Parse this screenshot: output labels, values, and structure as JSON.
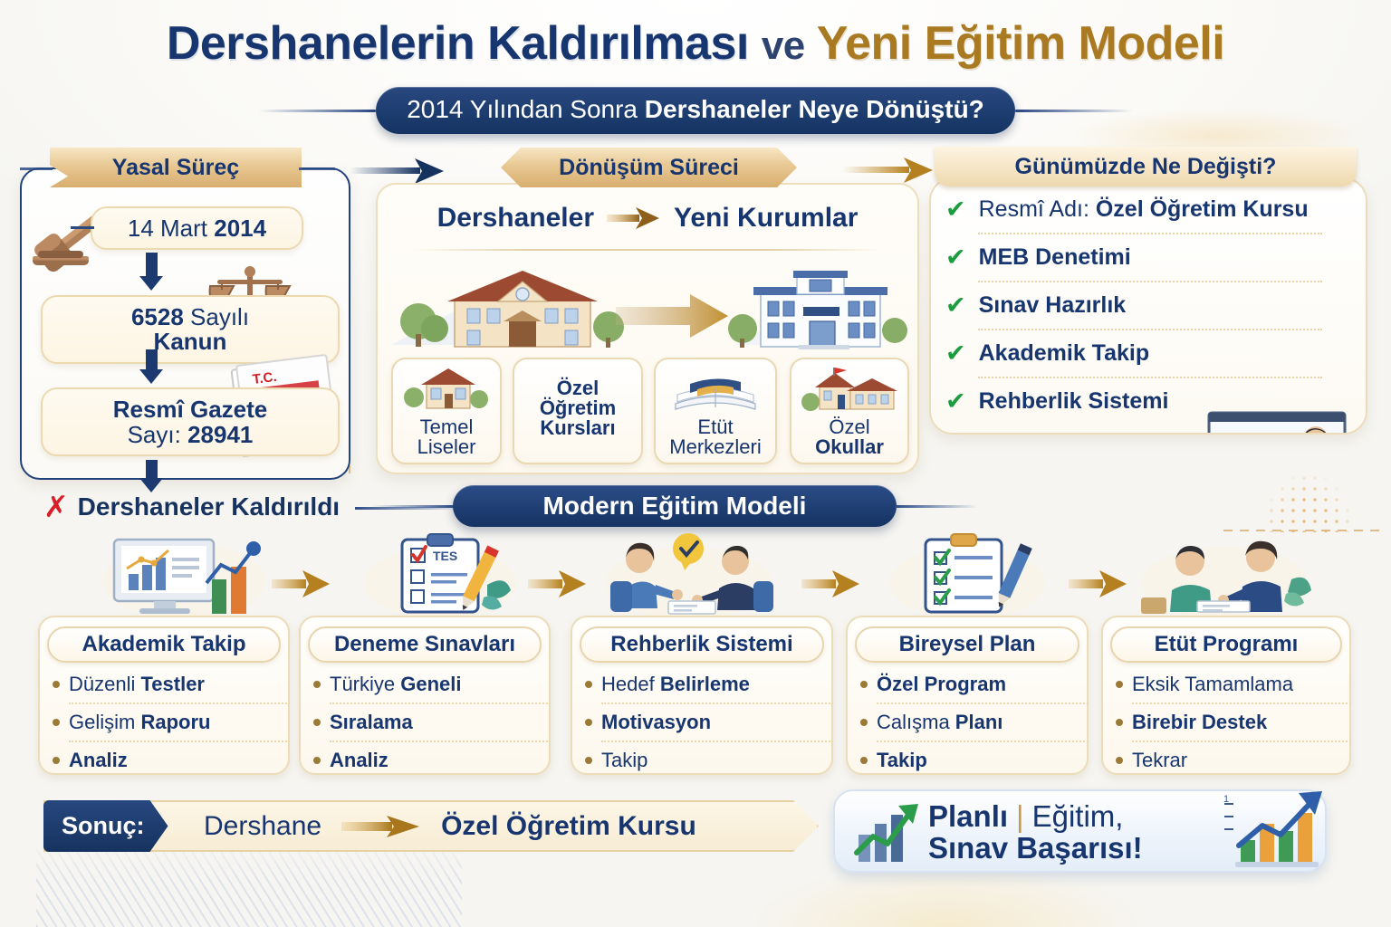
{
  "header": {
    "title_part1": "Dershanelerin Kaldırılması",
    "title_ve": "ve",
    "title_part2": "Yeni Eğitim Modeli",
    "subtitle_light": "2014 Yılından Sonra",
    "subtitle_bold": "Dershaneler Neye Dönüştü?"
  },
  "panels": {
    "legal": {
      "banner": "Yasal Süreç",
      "date_light": "14 Mart",
      "date_bold": "2014",
      "law_bold": "6528",
      "law_light": "Sayılı",
      "law_line2": "Kanun",
      "gazette_line1": "Resmî Gazete",
      "gazette_label": "Sayı:",
      "gazette_number": "28941",
      "result_mark": "✗",
      "result_text": "Dershaneler Kaldırıldı",
      "icons": [
        "gavel-icon",
        "scales-icon",
        "newspaper-icon"
      ]
    },
    "transformation": {
      "banner": "Dönüşüm Süreci",
      "from_label": "Dershaneler",
      "to_label": "Yeni Kurumlar",
      "cards": [
        {
          "line1_text": "Temel",
          "line1_weight": "normal",
          "line2_text": "Liseler",
          "line2_weight": "normal",
          "icon": "small-school-icon"
        },
        {
          "line1_text": "Özel",
          "line1_weight": "bold",
          "line2_text": "Öğretim",
          "line2_weight": "bold",
          "line3_text": "Kursları",
          "line3_weight": "bold",
          "icon": ""
        },
        {
          "line1_text": "Etüt",
          "line1_weight": "normal",
          "line2_text": "Merkezleri",
          "line2_weight": "normal",
          "icon": "open-book-icon"
        },
        {
          "line1_text": "Özel",
          "line1_weight": "normal",
          "line2_text": "Okullar",
          "line2_weight": "bold",
          "icon": "flag-school-icon"
        }
      ]
    },
    "today": {
      "banner": "Günümüzde Ne Değişti?",
      "items": [
        {
          "normal": "Resmî Adı: ",
          "bold": "Özel Öğretim Kursu"
        },
        {
          "normal": "",
          "bold": "MEB Denetimi"
        },
        {
          "normal": "",
          "bold": "Sınav Hazırlık"
        },
        {
          "normal": "",
          "bold": "Akademik Takip"
        },
        {
          "normal": "",
          "bold": "Rehberlik Sistemi"
        }
      ],
      "check_glyph": "✔",
      "illustration": "classroom-icon"
    }
  },
  "modern": {
    "banner": "Modern Eğitim Modeli",
    "cards": [
      {
        "title": "Akademik Takip",
        "icon": "analytics-monitor-icon",
        "items": [
          {
            "normal": "Düzenli ",
            "bold": "Testler"
          },
          {
            "normal": "Gelişim ",
            "bold": "Raporu"
          },
          {
            "normal": "",
            "bold": "Analiz"
          }
        ]
      },
      {
        "title": "Deneme Sınavları",
        "icon": "clipboard-test-icon",
        "items": [
          {
            "normal": "Türkiye ",
            "bold": "Geneli"
          },
          {
            "normal": "",
            "bold": "Sıralama"
          },
          {
            "normal": "",
            "bold": "Analiz"
          }
        ]
      },
      {
        "title": "Rehberlik Sistemi",
        "icon": "counseling-icon",
        "items": [
          {
            "normal": "Hedef ",
            "bold": "Belirleme"
          },
          {
            "normal": "",
            "bold": "Motivasyon"
          },
          {
            "normal": "Takip",
            "bold": ""
          }
        ]
      },
      {
        "title": "Bireysel Plan",
        "icon": "checklist-clipboard-icon",
        "items": [
          {
            "normal": "",
            "bold": "Özel Program"
          },
          {
            "normal": "Calışma ",
            "bold": "Planı"
          },
          {
            "normal": "",
            "bold": "Takip"
          }
        ]
      },
      {
        "title": "Etüt Programı",
        "icon": "tutoring-icon",
        "items": [
          {
            "normal": "Eksik Tamamlama",
            "bold": ""
          },
          {
            "normal": "",
            "bold": "Birebir Destek"
          },
          {
            "normal": "Tekrar",
            "bold": ""
          }
        ]
      }
    ]
  },
  "footer": {
    "result_tag": "Sonuç:",
    "result_from": "Dershane",
    "result_to": "Özel Öğretim Kursu",
    "cta_bold1": "Planlı",
    "cta_sep": "|",
    "cta_normal1": "Eğitim,",
    "cta_line2": "Sınav Başarısı!",
    "cta_icons": [
      "growth-chart-icon",
      "bar-chart-arrow-icon"
    ]
  },
  "colors": {
    "navy": "#17356f",
    "navy_deep": "#153362",
    "gold": "#a97a22",
    "gold_light": "#e8c893",
    "green": "#1d9c3f",
    "red": "#d81f26",
    "arrow_gold": "#c98e2c"
  }
}
